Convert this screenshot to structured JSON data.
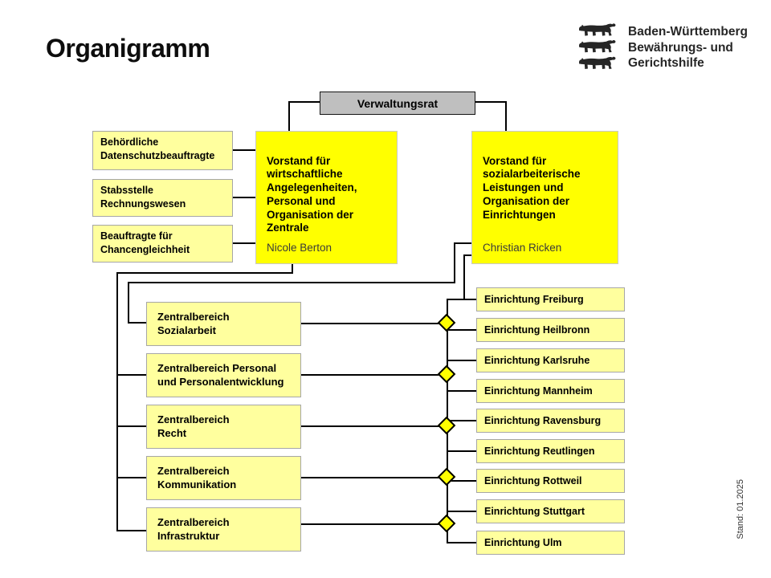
{
  "page": {
    "title": "Organigramm",
    "stand_note": "Stand: 01.2025"
  },
  "logo": {
    "icon": "three-lions-crest-icon",
    "org_name_line1": "Baden-Württemberg",
    "org_name_line2": "Bewährungs- und",
    "org_name_line3": "Gerichtshilfe"
  },
  "colors": {
    "exec_yellow": "#FFFF00",
    "unit_yellow": "#FFFF9E",
    "board_gray": "#BFBFBF",
    "connector_black": "#000000"
  },
  "org_chart": {
    "board": {
      "label": "Verwaltungsrat"
    },
    "executives": [
      {
        "title": "Vorstand für\nwirtschaftliche\nAngelegenheiten,\nPersonal und\nOrganisation der\nZentrale",
        "name": "Nicole Berton"
      },
      {
        "title": "Vorstand für\nsozialarbeiterische\nLeistungen und\nOrganisation der\nEinrichtungen",
        "name": "Christian Ricken"
      }
    ],
    "staff_units": [
      {
        "label": "Behördliche\nDatenschutzbeauftragte"
      },
      {
        "label": "Stabsstelle\nRechnungswesen"
      },
      {
        "label": "Beauftragte für\nChancengleichheit"
      }
    ],
    "central_divisions": [
      {
        "label": "Zentralbereich\nSozialarbeit"
      },
      {
        "label": "Zentralbereich Personal\nund Personalentwicklung"
      },
      {
        "label": "Zentralbereich\nRecht"
      },
      {
        "label": "Zentralbereich\nKommunikation"
      },
      {
        "label": "Zentralbereich\nInfrastruktur"
      }
    ],
    "facilities": [
      {
        "label": "Einrichtung Freiburg"
      },
      {
        "label": "Einrichtung Heilbronn"
      },
      {
        "label": "Einrichtung Karlsruhe"
      },
      {
        "label": "Einrichtung Mannheim"
      },
      {
        "label": "Einrichtung Ravensburg"
      },
      {
        "label": "Einrichtung Reutlingen"
      },
      {
        "label": "Einrichtung Rottweil"
      },
      {
        "label": "Einrichtung Stuttgart"
      },
      {
        "label": "Einrichtung Ulm"
      }
    ]
  }
}
